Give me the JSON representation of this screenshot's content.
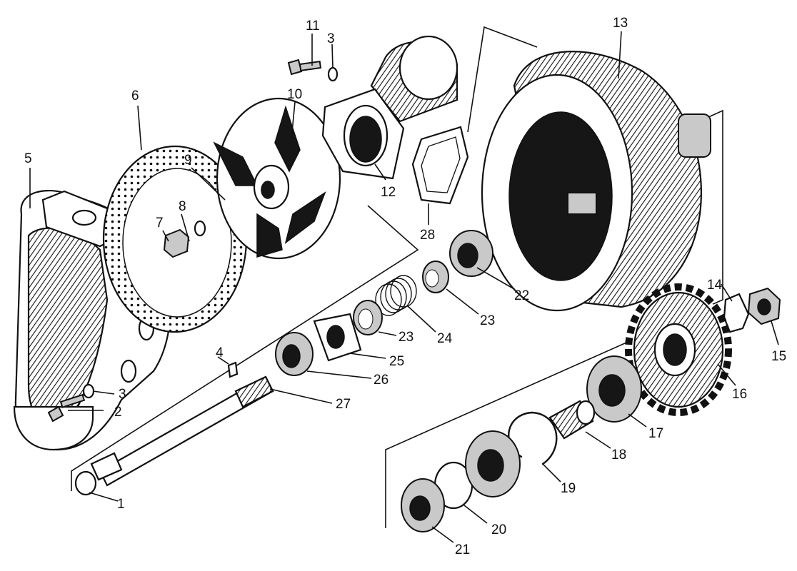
{
  "labels": {
    "p1": "1",
    "p2": "2",
    "p3a": "3",
    "p3b": "3",
    "p4": "4",
    "p5": "5",
    "p6": "6",
    "p7": "7",
    "p8": "8",
    "p9": "9",
    "p10": "10",
    "p11": "11",
    "p12": "12",
    "p13": "13",
    "p14": "14",
    "p15": "15",
    "p16": "16",
    "p17": "17",
    "p18": "18",
    "p19": "19",
    "p20": "20",
    "p21": "21",
    "p22": "22",
    "p23a": "23",
    "p23b": "23",
    "p24": "24",
    "p25": "25",
    "p26": "26",
    "p27": "27",
    "p28": "28"
  }
}
